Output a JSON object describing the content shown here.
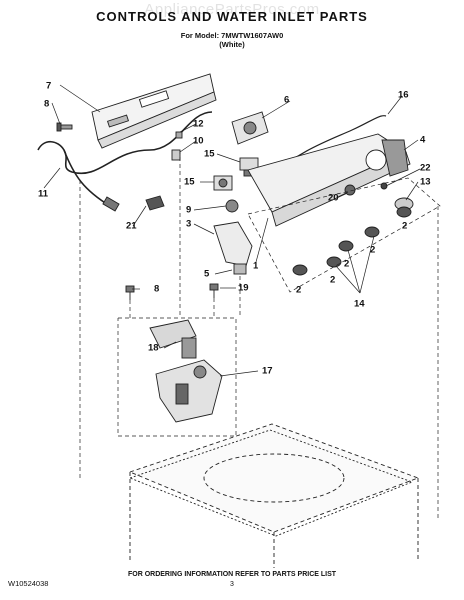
{
  "header": {
    "watermark": "AppliancePartsPros.com",
    "title": "CONTROLS AND WATER INLET PARTS",
    "model_line": "For Model: 7MWTW1607AW0",
    "color_line": "(White)"
  },
  "callouts": [
    "7",
    "8",
    "6",
    "16",
    "12",
    "10",
    "4",
    "15",
    "15",
    "11",
    "20",
    "22",
    "13",
    "9",
    "21",
    "3",
    "2",
    "2",
    "2",
    "2",
    "2",
    "1",
    "5",
    "14",
    "8",
    "19",
    "18",
    "17"
  ],
  "footer": {
    "doc_id": "W10524038",
    "note": "FOR ORDERING INFORMATION REFER TO PARTS PRICE LIST",
    "page": "3"
  },
  "colors": {
    "ink": "#111111",
    "watermark": "#a0a0a0"
  }
}
